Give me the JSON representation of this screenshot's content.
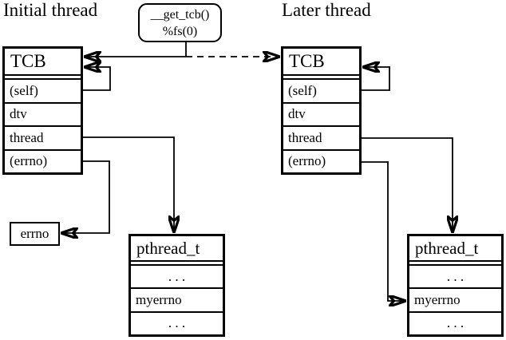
{
  "diagram": {
    "headings": {
      "initial": "Initial thread",
      "later": "Later thread"
    },
    "get_tcb_box": {
      "line1": "__get_tcb()",
      "line2": "%fs(0)"
    },
    "initial": {
      "tcb": {
        "title": "TCB",
        "fields": [
          "(self)",
          "dtv",
          "thread",
          "(errno)"
        ]
      },
      "errno_box": {
        "label": "errno"
      },
      "pthread": {
        "title": "pthread_t",
        "rows": [
          ". . .",
          "myerrno",
          ". . ."
        ]
      }
    },
    "later": {
      "tcb": {
        "title": "TCB",
        "fields": [
          "(self)",
          "dtv",
          "thread",
          "(errno)"
        ]
      },
      "pthread": {
        "title": "pthread_t",
        "rows": [
          ". . .",
          "myerrno",
          ". . ."
        ]
      }
    },
    "colors": {
      "ink": "#000000",
      "background": "#ffffff"
    }
  }
}
